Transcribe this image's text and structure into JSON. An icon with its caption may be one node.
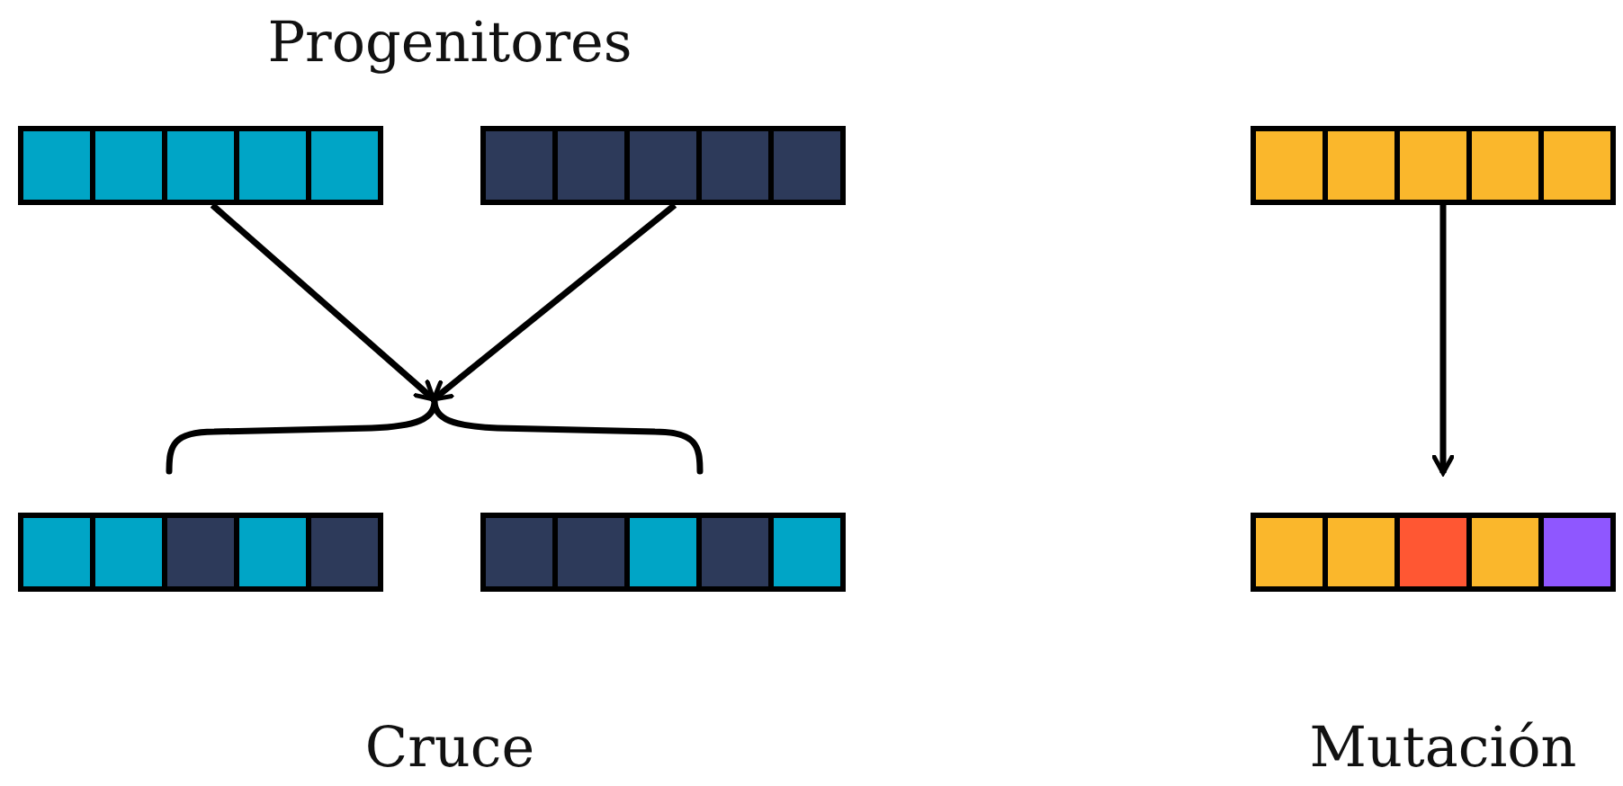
{
  "diagram": {
    "nodes": [
      {
        "text": [],
        "shape": "bar"
      },
      {
        "text": [],
        "shape": "bar"
      },
      {
        "text": [],
        "shape": "bar"
      },
      {
        "text": [],
        "shape": "brace"
      },
      {
        "text": [],
        "shape": "bar"
      },
      {
        "text": [],
        "shape": "bar"
      },
      {
        "text": [],
        "shape": "bar"
      }
    ],
    "edges": [
      {
        "from": 0,
        "to": 3,
        "arrow": "to"
      },
      {
        "from": 1,
        "to": 3,
        "arrow": "to"
      },
      {
        "from": 2,
        "to": 6,
        "arrow": "to"
      }
    ],
    "labels": [
      "Progenitores",
      "Cruce",
      "Mutación"
    ]
  }
}
